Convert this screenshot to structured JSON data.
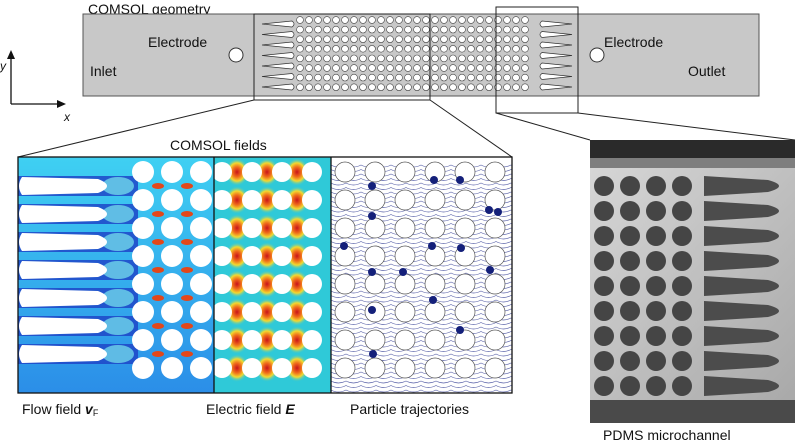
{
  "geometry": {
    "title": "COMSOL geometry",
    "inlet": "Inlet",
    "outlet": "Outlet",
    "electrode_left": "Electrode",
    "electrode_right": "Electrode",
    "axis_y": "y",
    "axis_x": "x"
  },
  "fields": {
    "title": "COMSOL fields",
    "flow_label_main": "Flow field ",
    "flow_label_vec": "v",
    "flow_label_sub": "F",
    "electric_label_main": "Electric field ",
    "electric_label_vec": "E",
    "trajectories_label": "Particle trajectories"
  },
  "photo": {
    "caption": "PDMS microchannel"
  },
  "colors": {
    "channel_fill": "#c8c8c8",
    "field_low": "#1e5bd8",
    "field_high": "#d9261c",
    "trajectory": "#1f2a8a",
    "particle": "#14207a"
  }
}
